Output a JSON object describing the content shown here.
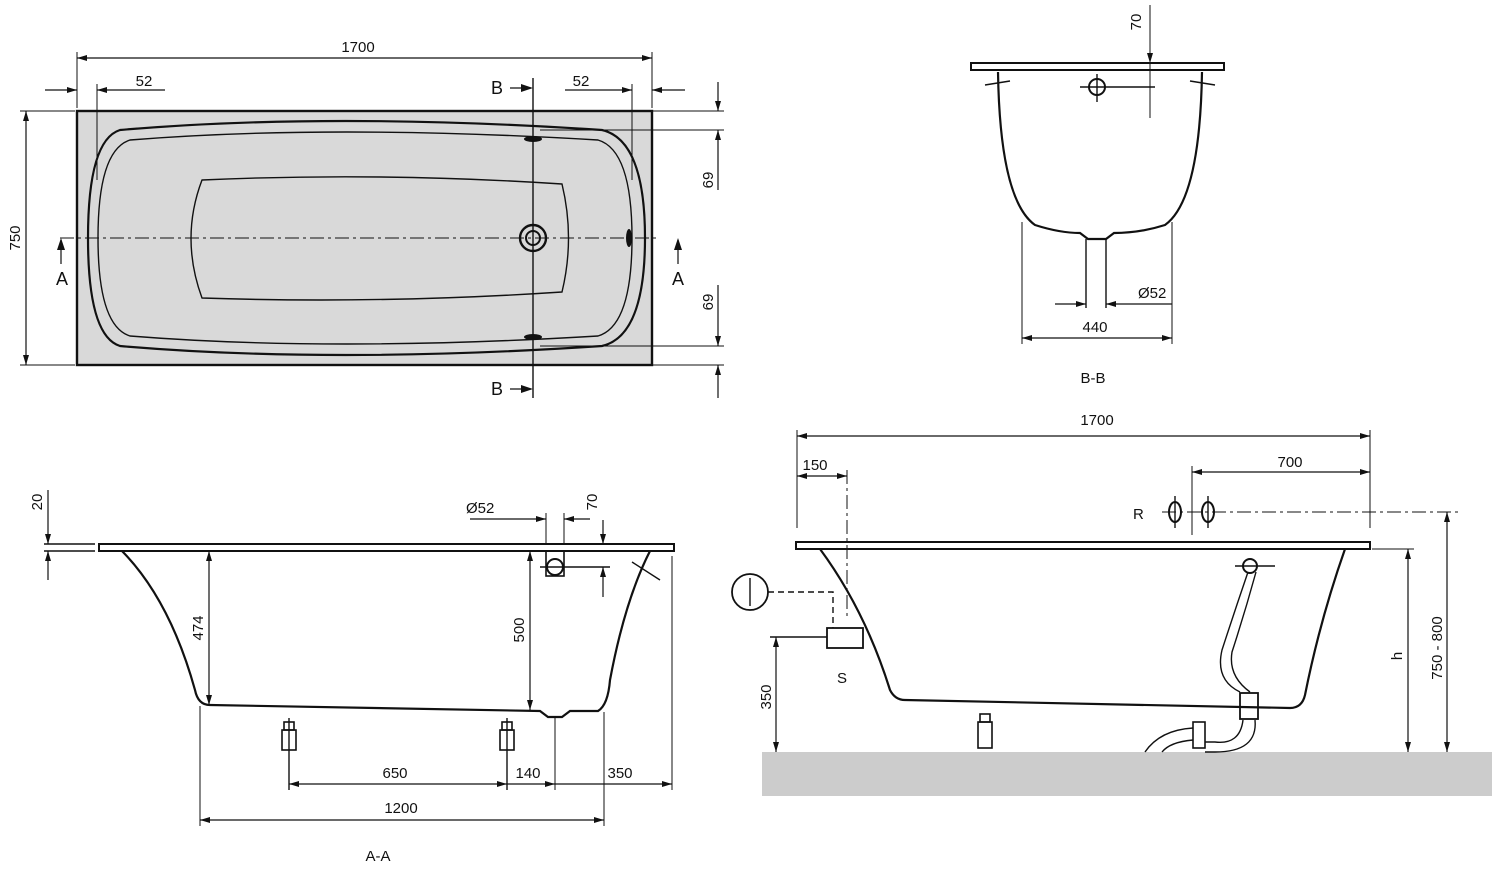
{
  "colors": {
    "tub_fill": "#d9d9d9",
    "floor_fill": "#cccccc",
    "line": "#111111"
  },
  "top_view": {
    "length": "1700",
    "rim_left": "52",
    "rim_right": "52",
    "width": "750",
    "overflow_offset_top": "69",
    "overflow_offset_bottom": "69",
    "section_a": "A",
    "section_b": "B"
  },
  "section_bb": {
    "rim_offset": "70",
    "drain_diameter": "Ø52",
    "bottom_width": "440",
    "title": "B-B"
  },
  "section_aa": {
    "rim_thickness": "20",
    "overflow_diameter": "Ø52",
    "overflow_offset": "70",
    "inner_depth": "474",
    "overflow_height": "500",
    "feet_spacing": "650",
    "drain_to_foot": "140",
    "drain_to_end": "350",
    "bottom_length": "1200",
    "title": "A-A"
  },
  "install_view": {
    "length": "1700",
    "left_offset": "150",
    "tap_offset": "700",
    "tap_label": "R",
    "supply_label": "S",
    "supply_height": "350",
    "rim_height_label": "h",
    "total_height": "750 - 800"
  }
}
